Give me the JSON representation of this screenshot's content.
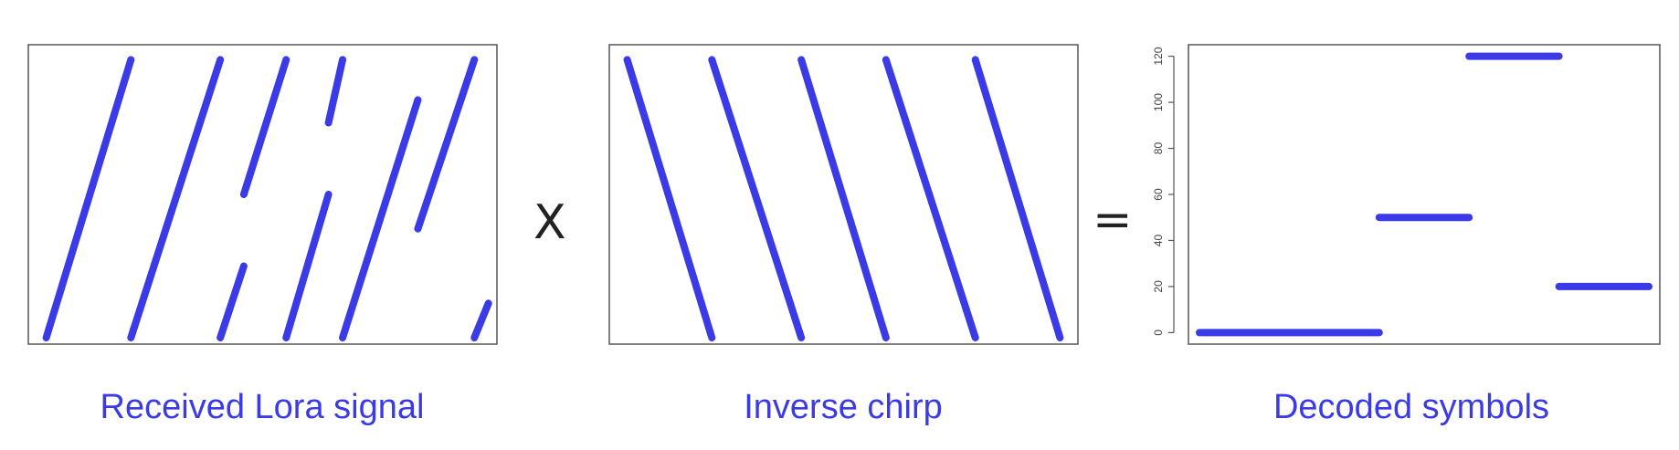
{
  "colors": {
    "signal": "#3a3ae6",
    "caption": "#3a3ae6",
    "frame": "#555555"
  },
  "received": {
    "caption": "Received Lora signal",
    "segments": [
      [
        0.04,
        0.0,
        0.22,
        0.97
      ],
      [
        0.22,
        0.0,
        0.41,
        0.97
      ],
      [
        0.41,
        0.0,
        0.46,
        0.25
      ],
      [
        0.46,
        0.5,
        0.55,
        0.97
      ],
      [
        0.55,
        0.0,
        0.64,
        0.5
      ],
      [
        0.64,
        0.75,
        0.67,
        0.97
      ],
      [
        0.67,
        0.0,
        0.83,
        0.83
      ],
      [
        0.83,
        0.38,
        0.95,
        0.97
      ],
      [
        0.95,
        0.0,
        0.98,
        0.12
      ]
    ]
  },
  "operator_times": "X",
  "inverse": {
    "caption": "Inverse chirp",
    "segments": [
      [
        0.04,
        0.97,
        0.22,
        0.0
      ],
      [
        0.22,
        0.97,
        0.41,
        0.0
      ],
      [
        0.41,
        0.97,
        0.59,
        0.0
      ],
      [
        0.59,
        0.97,
        0.78,
        0.0
      ],
      [
        0.78,
        0.97,
        0.96,
        0.0
      ]
    ]
  },
  "operator_equals": "=",
  "chart_data": {
    "type": "line",
    "title": "",
    "xlabel": "",
    "ylabel": "",
    "ylim": [
      -5,
      125
    ],
    "yticks": [
      0,
      20,
      40,
      60,
      80,
      100,
      120
    ],
    "xlim": [
      0,
      5
    ],
    "grid": false,
    "segments": [
      {
        "x": [
          0.0,
          2.0
        ],
        "y": 0
      },
      {
        "x": [
          2.0,
          3.0
        ],
        "y": 50
      },
      {
        "x": [
          3.0,
          4.0
        ],
        "y": 120
      },
      {
        "x": [
          4.0,
          5.0
        ],
        "y": 20
      }
    ]
  },
  "decoded": {
    "caption": "Decoded symbols"
  }
}
